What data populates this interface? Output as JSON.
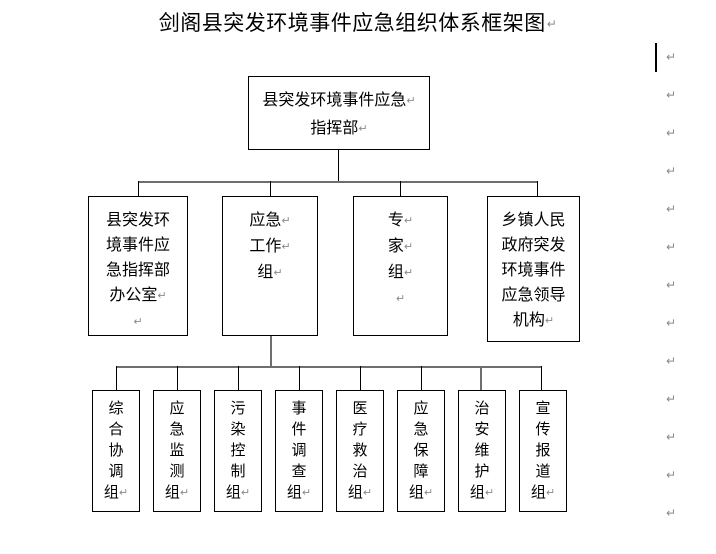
{
  "document": {
    "title": "剑阁县突发环境事件应急组织体系框架图",
    "pilcrow": "↵"
  },
  "chart_data": {
    "type": "diagram",
    "diagram_kind": "organization-chart",
    "title": "剑阁县突发环境事件应急组织体系框架图",
    "levels": 3,
    "nodes": [
      {
        "id": "n1",
        "level": 1,
        "text": "县突发环境事件应急指挥部",
        "lines": [
          "县突发环境事件应急↵",
          "指挥部↵"
        ]
      },
      {
        "id": "n2",
        "level": 2,
        "text": "县突发环境事件应急指挥部办公室",
        "lines": [
          "县突发环",
          "境事件应",
          "急指挥部",
          "办公室↵",
          "↵"
        ]
      },
      {
        "id": "n3",
        "level": 2,
        "text": "应急工作组",
        "lines": [
          "应急↵",
          "工作↵",
          "组↵"
        ]
      },
      {
        "id": "n4",
        "level": 2,
        "text": "专家组",
        "lines": [
          "专↵",
          "家↵",
          "组↵",
          "↵"
        ]
      },
      {
        "id": "n5",
        "level": 2,
        "text": "乡镇人民政府突发环境事件应急领导机构",
        "lines": [
          "乡镇人民",
          "政府突发",
          "环境事件",
          "应急领导",
          "机构↵"
        ]
      },
      {
        "id": "n6",
        "level": 3,
        "text": "综合协调组",
        "lines": [
          "综",
          "合",
          "协",
          "调",
          "组↵"
        ]
      },
      {
        "id": "n7",
        "level": 3,
        "text": "应急监测组",
        "lines": [
          "应",
          "急",
          "监",
          "测",
          "组↵"
        ]
      },
      {
        "id": "n8",
        "level": 3,
        "text": "污染控制组",
        "lines": [
          "污",
          "染",
          "控",
          "制",
          "组↵"
        ]
      },
      {
        "id": "n9",
        "level": 3,
        "text": "事件调查组",
        "lines": [
          "事",
          "件",
          "调",
          "查",
          "组↵"
        ]
      },
      {
        "id": "n10",
        "level": 3,
        "text": "医疗救治组",
        "lines": [
          "医",
          "疗",
          "救",
          "治",
          "组↵"
        ]
      },
      {
        "id": "n11",
        "level": 3,
        "text": "应急保障组",
        "lines": [
          "应",
          "急",
          "保",
          "障",
          "组↵"
        ]
      },
      {
        "id": "n12",
        "level": 3,
        "text": "治安维护组",
        "lines": [
          "治",
          "安",
          "维",
          "护",
          "组↵"
        ]
      },
      {
        "id": "n13",
        "level": 3,
        "text": "宣传报道组",
        "lines": [
          "宣",
          "传",
          "报",
          "道",
          "组↵"
        ]
      }
    ],
    "edges": [
      {
        "from": "n1",
        "to": "n2"
      },
      {
        "from": "n1",
        "to": "n3"
      },
      {
        "from": "n1",
        "to": "n4"
      },
      {
        "from": "n1",
        "to": "n5"
      },
      {
        "from": "n3",
        "to": "n6"
      },
      {
        "from": "n3",
        "to": "n7"
      },
      {
        "from": "n3",
        "to": "n8"
      },
      {
        "from": "n3",
        "to": "n9"
      },
      {
        "from": "n3",
        "to": "n10"
      },
      {
        "from": "n3",
        "to": "n11"
      },
      {
        "from": "n3",
        "to": "n12"
      },
      {
        "from": "n3",
        "to": "n13"
      }
    ],
    "colors": {
      "box_border": "#000000",
      "box_fill": "#ffffff",
      "connector": "#000000",
      "connector_bar": "#6e6e6e",
      "text": "#000000",
      "pilcrow": "#8a8a8a"
    }
  },
  "nodes": {
    "n1": {
      "l1": "县突发环境事件应急",
      "l2": "指挥部"
    },
    "n2": {
      "l1": "县突发环",
      "l2": "境事件应",
      "l3": "急指挥部",
      "l4": "办公室"
    },
    "n3": {
      "l1": "应急",
      "l2": "工作",
      "l3": "组"
    },
    "n4": {
      "l1": "专",
      "l2": "家",
      "l3": "组"
    },
    "n5": {
      "l1": "乡镇人民",
      "l2": "政府突发",
      "l3": "环境事件",
      "l4": "应急领导",
      "l5": "机构"
    },
    "n6": {
      "c1": "综",
      "c2": "合",
      "c3": "协",
      "c4": "调",
      "c5": "组"
    },
    "n7": {
      "c1": "应",
      "c2": "急",
      "c3": "监",
      "c4": "测",
      "c5": "组"
    },
    "n8": {
      "c1": "污",
      "c2": "染",
      "c3": "控",
      "c4": "制",
      "c5": "组"
    },
    "n9": {
      "c1": "事",
      "c2": "件",
      "c3": "调",
      "c4": "查",
      "c5": "组"
    },
    "n10": {
      "c1": "医",
      "c2": "疗",
      "c3": "救",
      "c4": "治",
      "c5": "组"
    },
    "n11": {
      "c1": "应",
      "c2": "急",
      "c3": "保",
      "c4": "障",
      "c5": "组"
    },
    "n12": {
      "c1": "治",
      "c2": "安",
      "c3": "维",
      "c4": "护",
      "c5": "组"
    },
    "n13": {
      "c1": "宣",
      "c2": "传",
      "c3": "报",
      "c4": "道",
      "c5": "组"
    }
  },
  "margin": {
    "pilcrow": "↵",
    "count": 13
  }
}
